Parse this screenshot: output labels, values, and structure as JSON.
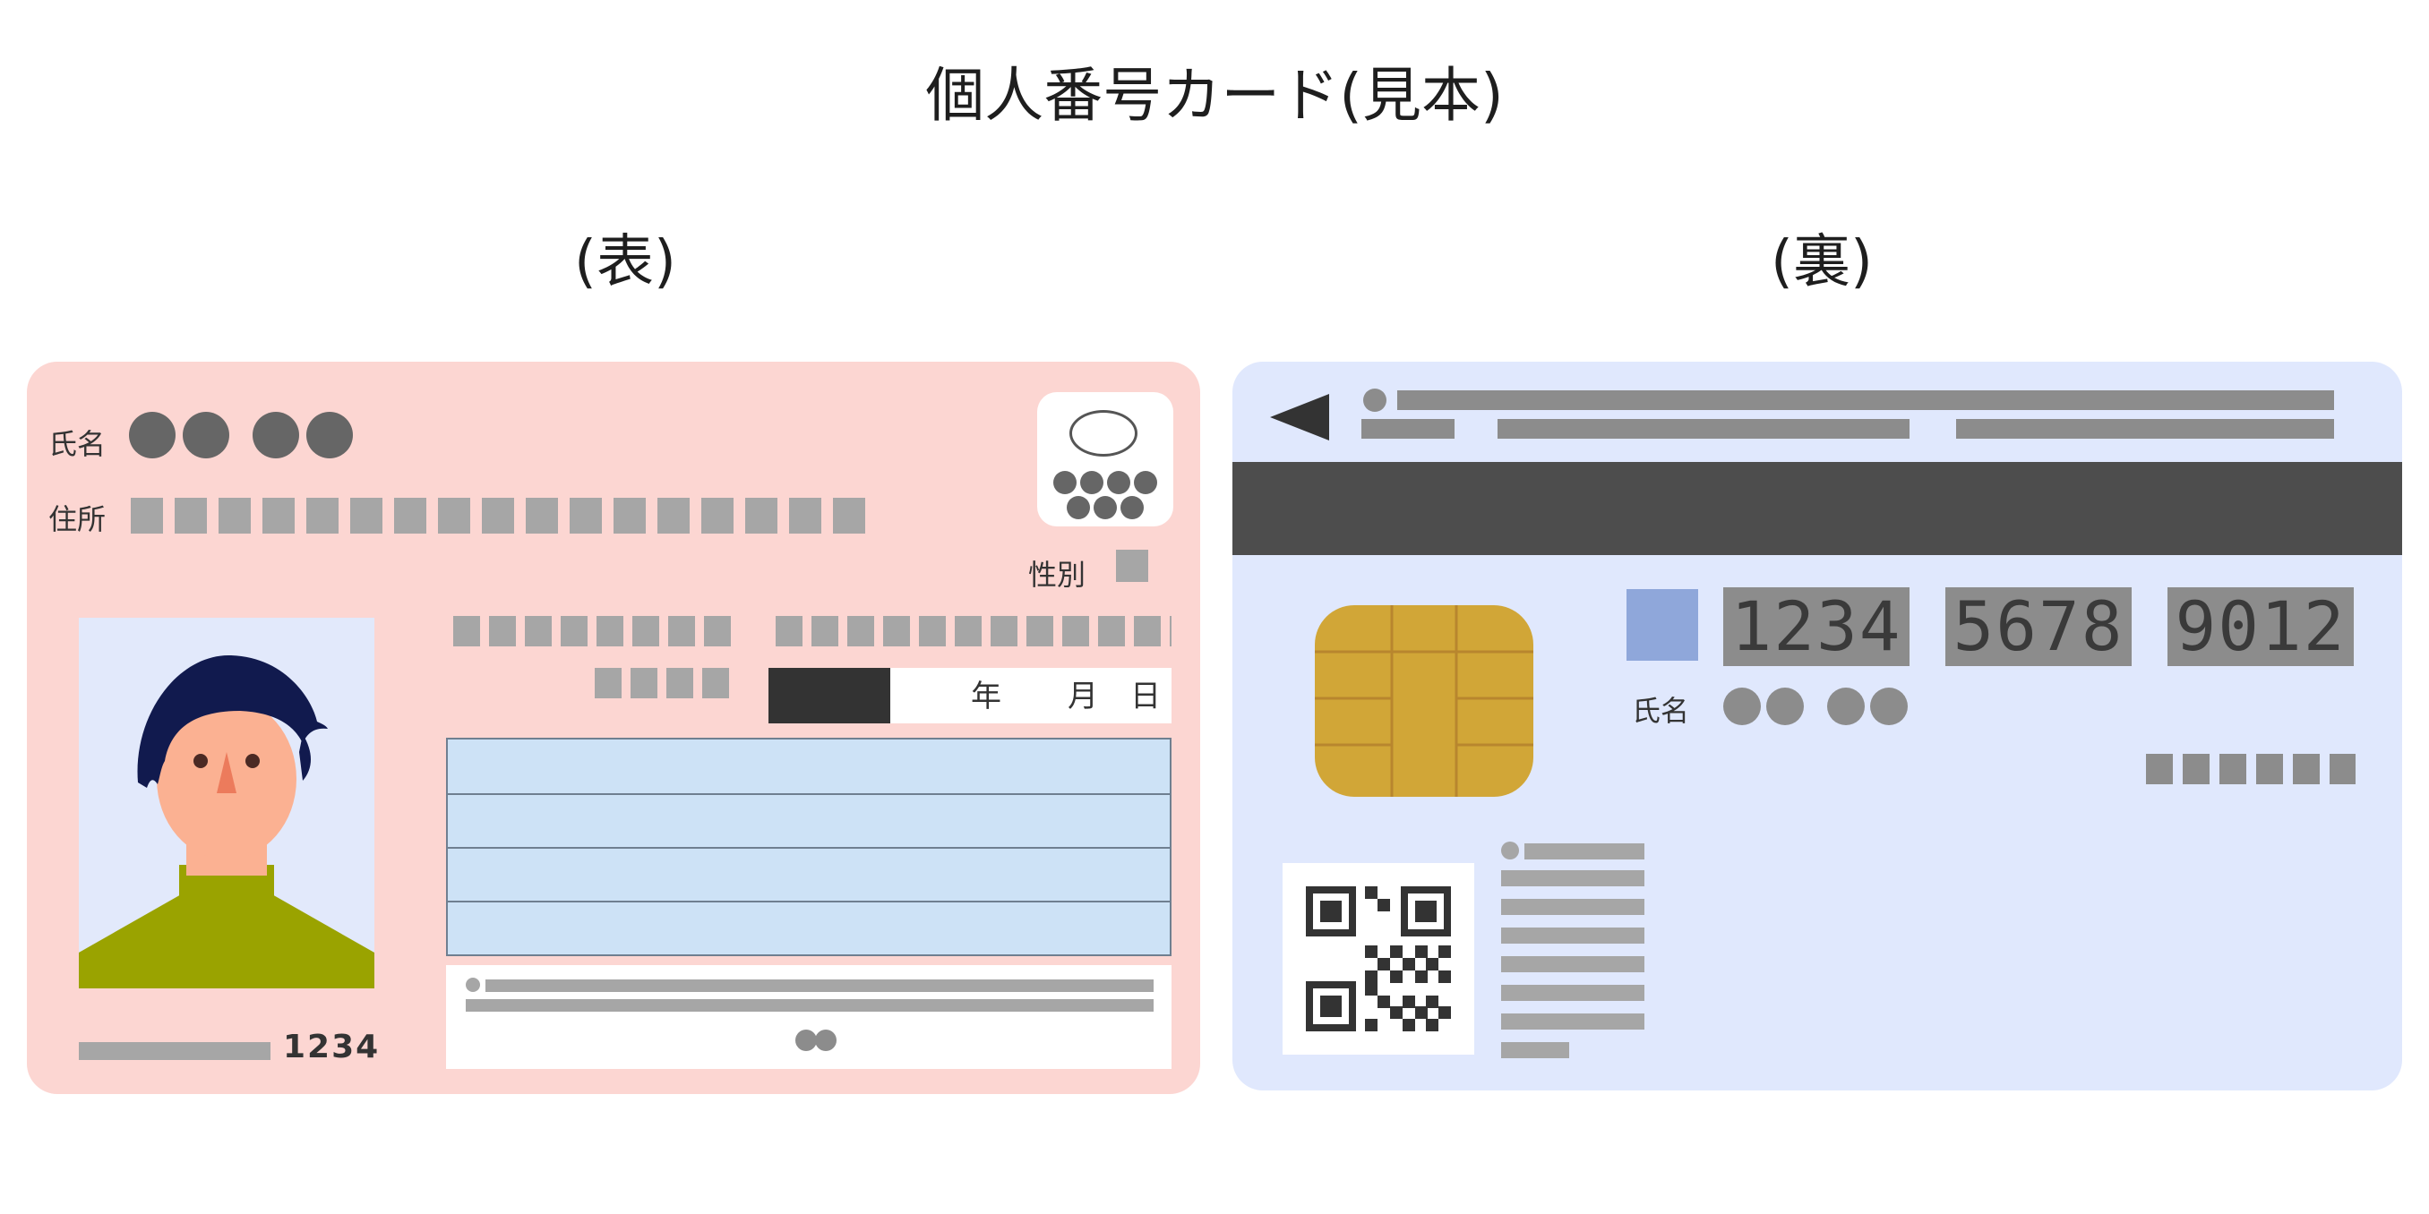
{
  "title": "個人番号カード(見本)",
  "front": {
    "label": "(表)",
    "name_label": "氏名",
    "address_label": "住所",
    "sex_label": "性別",
    "date": {
      "year": "年",
      "month": "月",
      "day": "日"
    },
    "card_number": "1234"
  },
  "back": {
    "label": "(裏)",
    "individual_number": [
      "1234",
      "5678",
      "9012"
    ],
    "name_label": "氏名"
  },
  "colors": {
    "front_bg": "#fcd6d2",
    "back_bg": "#e0e8fd",
    "stripe": "#4d4d4d",
    "chip": "#d1a637",
    "hair": "#111a4e",
    "skin": "#fbb192",
    "sweater": "#9aa300"
  }
}
